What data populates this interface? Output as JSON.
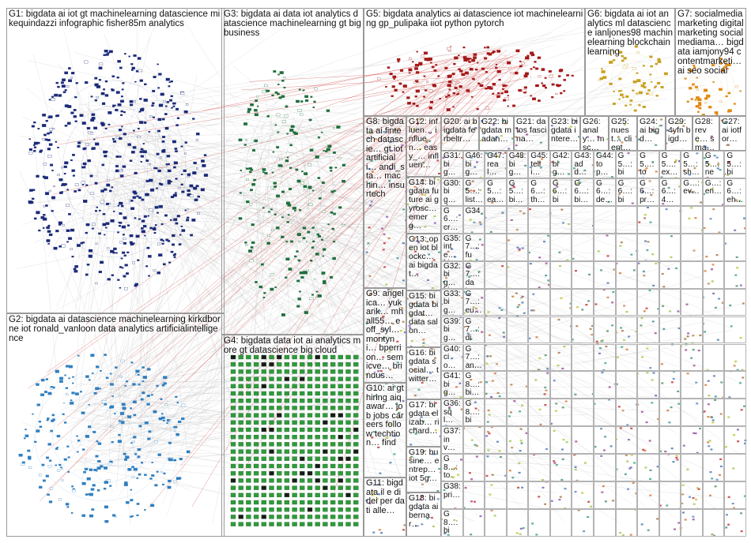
{
  "graph": {
    "background": "#ffffff",
    "edge_color": "#b8b8b8",
    "highlight_edge_color": "#cc2222",
    "groups": [
      {
        "id": "G1",
        "label": "G1: bigdata ai iot gt machinelearning datascience mikequindazzi infographic fisher85m analytics",
        "color": "#1a2a78"
      },
      {
        "id": "G2",
        "label": "G2: bigdata ai datascience machinelearning kirkdborne iot ronald_vanloon data analytics artificialintelligence",
        "color": "#2f7fc0"
      },
      {
        "id": "G3",
        "label": "G3: bigdata ai data iot analytics datascience machinelearning gt big business",
        "color": "#1f6e3c"
      },
      {
        "id": "G4",
        "label": "G4: bigdata data iot ai analytics more gt datascience big cloud",
        "color": "#2f9a3a"
      },
      {
        "id": "G5",
        "label": "G5: bigdata analytics ai datascience iot machinelearning gp_pulipaka iiot python pytorch",
        "color": "#a41818"
      },
      {
        "id": "G6",
        "label": "G6: bigdata ai iot analytics ml datascience ianljones98 machinelearning blockchain learning",
        "color": "#c9a020"
      },
      {
        "id": "G7",
        "label": "G7: socialmedia marketing digitalmarketing socialmediama… bigdata iamjony94 contentmarketi… ai seo social",
        "color": "#e08a10"
      },
      {
        "id": "G8",
        "label": "G8: bigdata ai fintech datascie… gt iot artificiali… andi_sta… machin… insurtech",
        "color": "#7a9a30"
      },
      {
        "id": "G9",
        "label": "G9: angelica… yukarik… mhall55… eoff_syl… montyni… bperrion… semicve… brindus…",
        "color": "#9a3a8a"
      },
      {
        "id": "G10",
        "label": "G10: ai gt hiring aiqawar… job jobs careers follow techtion… find",
        "color": "#5a8aa0"
      },
      {
        "id": "G11",
        "label": "G11: bigdata il e di dei per dati alle…",
        "color": "#7a7a30"
      },
      {
        "id": "G12",
        "label": "G12: influen… influen… easy_… influen…",
        "color": "#3a6ab0"
      },
      {
        "id": "G13",
        "label": "G13: open iot blockc… ai bigdat…",
        "color": "#c02020"
      },
      {
        "id": "G14",
        "label": "G14: bigdata future ai gyrosc… emerg…",
        "color": "#b8c020"
      },
      {
        "id": "G15",
        "label": "G15: bigdata bigdat… data salon…",
        "color": "#2a8a8a"
      },
      {
        "id": "G16",
        "label": "G16: bigdata social… twitter…",
        "color": "#7a4ab0"
      },
      {
        "id": "G17",
        "label": "G17: bigdata elizab… richard…",
        "color": "#a06a30"
      },
      {
        "id": "G19",
        "label": "G19: busine… entrep… iot 5g…",
        "color": "#3a8a5a"
      },
      {
        "id": "G18",
        "label": "G18: bigdata ai bernar…",
        "color": "#8a3030"
      },
      {
        "id": "G20",
        "label": "G20: ai bigdata ferbeltr…",
        "color": "#d06a20"
      },
      {
        "id": "G22",
        "label": "G22: bigdata madan…",
        "color": "#4a7ac0"
      },
      {
        "id": "G21",
        "label": "G21: datos fascina…",
        "color": "#b03a6a"
      },
      {
        "id": "G23",
        "label": "G23: bigdata intere…",
        "color": "#2a9a7a"
      },
      {
        "id": "G26",
        "label": "G26: analy… msc…",
        "color": "#6a6ac0"
      },
      {
        "id": "G25",
        "label": "G25: nuest… client…",
        "color": "#c07a3a"
      },
      {
        "id": "G24",
        "label": "G24: ai bigd…",
        "color": "#3a9ac0"
      },
      {
        "id": "G29",
        "label": "G29: 4yfn bigd…",
        "color": "#9ac03a"
      },
      {
        "id": "G28",
        "label": "G28: reve… sma…",
        "color": "#c03a9a"
      },
      {
        "id": "G27",
        "label": "G27: ai iotfor…",
        "color": "#3ac09a"
      }
    ],
    "small_cluster_labels": [
      "G31: big… ska…",
      "G46: big…",
      "G47: real…",
      "G48: big…",
      "G45: telli…",
      "G42: big…",
      "G43: add…",
      "G44: top…",
      "G5…: big…",
      "G5…: tod…",
      "G5…: ex…",
      "G5…: sh…",
      "G5…: net…",
      "G5…: big…",
      "G30: big… dat…",
      "G5…: list…",
      "G5…: ea…",
      "G5…: bi…",
      "G6…: th…",
      "G6…: big…",
      "G6…: bi…",
      "G6…: de…",
      "G6…: big…",
      "G6…: pr…",
      "G6…: 4…",
      "G…: ev…",
      "G…: eri…",
      "G6…: eh…",
      "G6…: cr…",
      "G34",
      "G35: inte… big…",
      "G7…: fun…",
      "G32: big… big…",
      "G7…: dat… ros…",
      "G33: big… dair…",
      "G7…: eu…",
      "G39: big…",
      "G7…: dig…",
      "G40: cio…",
      "G7…: an…",
      "G41: big…",
      "G8…: bi…",
      "G36: sql…",
      "G8…: big…",
      "G37: inv…",
      "G8…: tou…",
      "G38: pri…",
      "G8…: big…"
    ]
  }
}
